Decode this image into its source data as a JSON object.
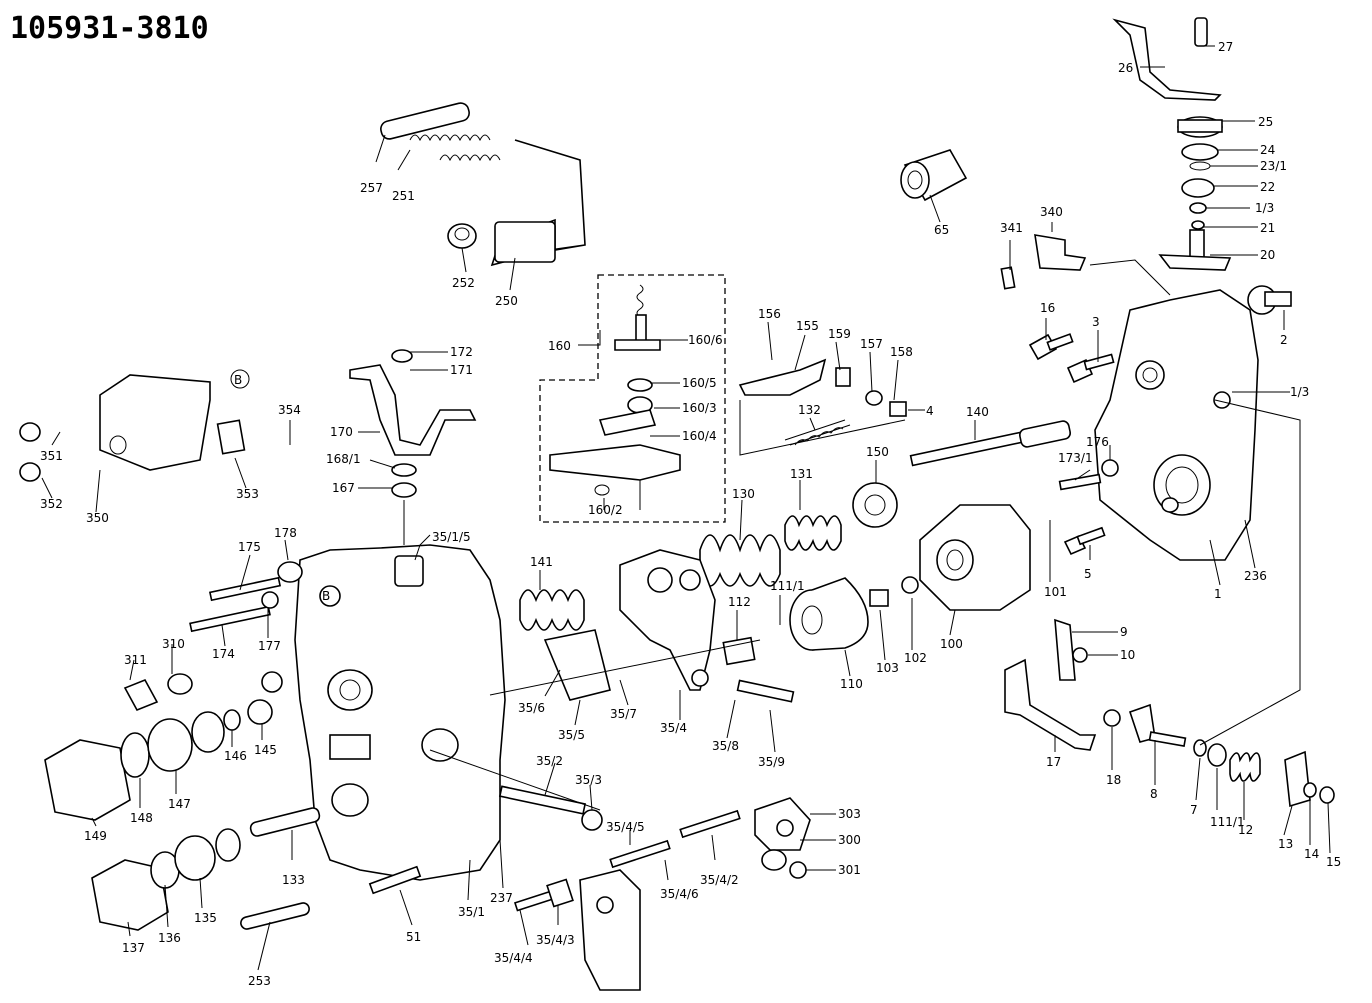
{
  "drawing_number": "105931-3810",
  "callout_B": "B",
  "labels": {
    "p257": "257",
    "p251": "251",
    "p252": "252",
    "p250": "250",
    "p65": "65",
    "p27": "27",
    "p26": "26",
    "p25": "25",
    "p24": "24",
    "p23_1": "23/1",
    "p22": "22",
    "p1_3a": "1/3",
    "p21": "21",
    "p20": "20",
    "p341": "341",
    "p340": "340",
    "p16": "16",
    "p3": "3",
    "p2": "2",
    "p1_3b": "1/3",
    "p160": "160",
    "p160_6": "160/6",
    "p160_5": "160/5",
    "p160_3": "160/3",
    "p160_4": "160/4",
    "p160_2": "160/2",
    "p172": "172",
    "p171": "171",
    "p170": "170",
    "p168_1": "168/1",
    "p167": "167",
    "p156": "156",
    "p155": "155",
    "p159": "159",
    "p157": "157",
    "p158": "158",
    "p132": "132",
    "p4": "4",
    "p140": "140",
    "p354": "354",
    "p351": "351",
    "p352": "352",
    "p350": "350",
    "p353": "353",
    "p175": "175",
    "p178": "178",
    "p174": "174",
    "p177": "177",
    "p35_1_5": "35/1/5",
    "p141": "141",
    "p130": "130",
    "p131": "131",
    "p150": "150",
    "p176": "176",
    "p173_1": "173/1",
    "p5": "5",
    "p101": "101",
    "p1": "1",
    "p236": "236",
    "p310": "310",
    "p311": "311",
    "p146": "146",
    "p145": "145",
    "p148": "148",
    "p147": "147",
    "p149": "149",
    "p35_6": "35/6",
    "p35_5": "35/5",
    "p35_7": "35/7",
    "p35_4": "35/4",
    "p112": "112",
    "p111_1a": "111/1",
    "p110": "110",
    "p103": "103",
    "p102": "102",
    "p100": "100",
    "p35_8": "35/8",
    "p35_9": "35/9",
    "p9": "9",
    "p10": "10",
    "p17": "17",
    "p18": "18",
    "p8": "8",
    "p7": "7",
    "p111_1b": "111/1",
    "p12": "12",
    "p13": "13",
    "p14": "14",
    "p15": "15",
    "p35_2": "35/2",
    "p35_3": "35/3",
    "p303": "303",
    "p300": "300",
    "p301": "301",
    "p35_4_5": "35/4/5",
    "p35_4_2": "35/4/2",
    "p35_4_6": "35/4/6",
    "p35_4_3": "35/4/3",
    "p35_4_4": "35/4/4",
    "p133": "133",
    "p51": "51",
    "p35_1": "35/1",
    "p237": "237",
    "p137": "137",
    "p136": "136",
    "p135": "135",
    "p253": "253"
  }
}
